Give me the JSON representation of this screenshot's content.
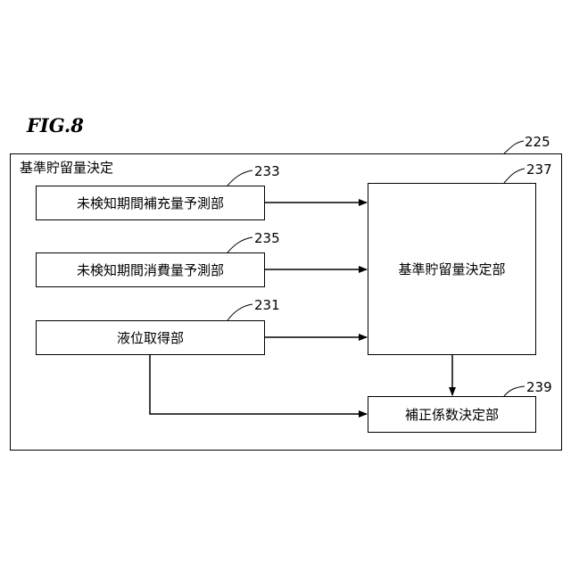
{
  "figure": {
    "title": "FIG.8"
  },
  "outer": {
    "label": "基準貯留量決定",
    "ref": "225"
  },
  "blocks": {
    "b233": {
      "label": "未検知期間補充量予測部",
      "ref": "233"
    },
    "b235": {
      "label": "未検知期間消費量予測部",
      "ref": "235"
    },
    "b231": {
      "label": "液位取得部",
      "ref": "231"
    },
    "b237": {
      "label": "基準貯留量決定部",
      "ref": "237"
    },
    "b239": {
      "label": "補正係数決定部",
      "ref": "239"
    }
  }
}
